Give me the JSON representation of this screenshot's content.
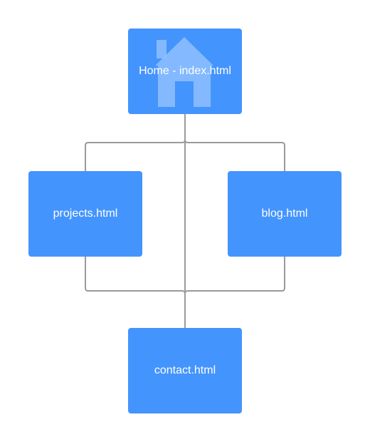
{
  "colors": {
    "node_fill": "#4494fd",
    "node_text": "#ffffff",
    "connector": "#9a9a9a",
    "background": "#ffffff",
    "icon_overlay": "#8fc0ff"
  },
  "nodes": {
    "home": {
      "label": "Home - index.html",
      "icon": "home-icon"
    },
    "projects": {
      "label": "projects.html"
    },
    "blog": {
      "label": "blog.html"
    },
    "contact": {
      "label": "contact.html"
    }
  },
  "edges": [
    {
      "from": "home",
      "to": "projects"
    },
    {
      "from": "home",
      "to": "blog"
    },
    {
      "from": "home",
      "to": "contact"
    },
    {
      "from": "projects",
      "to": "contact"
    },
    {
      "from": "blog",
      "to": "contact"
    }
  ]
}
